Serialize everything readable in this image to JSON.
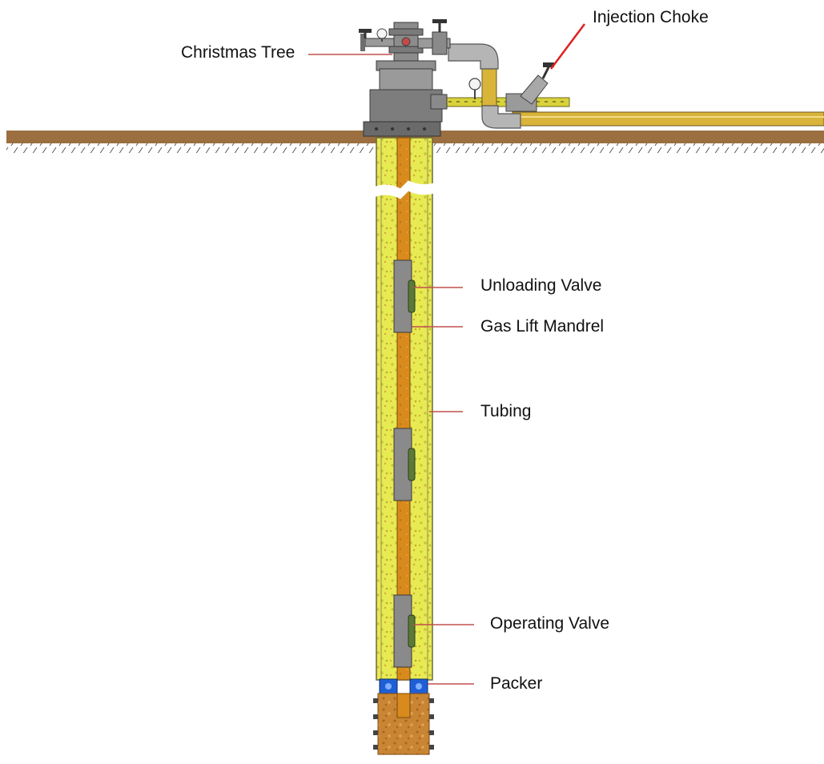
{
  "labels": {
    "christmas_tree": "Christmas Tree",
    "injection_choke": "Injection Choke",
    "unloading_valve": "Unloading Valve",
    "gas_lift_mandrel": "Gas Lift Mandrel",
    "tubing": "Tubing",
    "operating_valve": "Operating Valve",
    "packer": "Packer"
  },
  "colors": {
    "ground": "#9b6f3f",
    "casing_fill": "#e6e84a",
    "tubing_fill": "#d88a1c",
    "gas_line": "#d9b43a",
    "wellhead": "#7d7d7d",
    "leader_line": "#c0504d",
    "choke_pointer": "#e02020",
    "packer": "#1f5fd6",
    "reservoir": "#c87a2e"
  }
}
